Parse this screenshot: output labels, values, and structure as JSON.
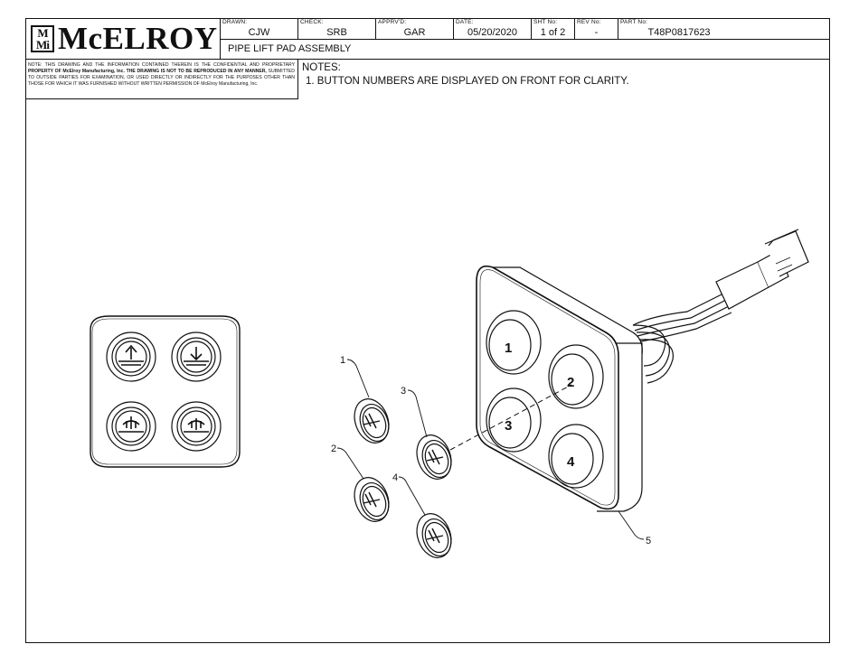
{
  "title_block": {
    "company": "McELROY",
    "logo_mark_top": "M",
    "logo_mark_bottom": "Mi",
    "drawn_label": "DRAWN:",
    "drawn_value": "CJW",
    "check_label": "CHECK:",
    "check_value": "SRB",
    "apprvd_label": "APPRV'D:",
    "apprvd_value": "GAR",
    "date_label": "DATE:",
    "date_value": "05/20/2020",
    "sht_label": "SHT No:",
    "sht_value": "1 of 2",
    "rev_label": "REV No:",
    "rev_value": "-",
    "part_label": "PART No:",
    "part_value": "T48P0817623",
    "drawing_title": "PIPE LIFT PAD ASSEMBLY"
  },
  "notice": {
    "part1": "NOTE: THIS DRAWING AND THE INFORMATION CONTAINED THEREIN IS THE CONFIDENTIAL AND PROPRIETARY ",
    "bold": "PROPERTY OF McElroy Manufacturing, Inc. THE DRAWING IS NOT TO BE REPRODUCED IN ANY MANNER,",
    "part2": " SUBMITTED TO OUTSIDE PARTIES FOR EXAMINATION, OR USED DIRECTLY OR INDIRECTLY FOR THE PURPOSES OTHER THAN THOSE FOR WHICH IT WAS FURNISHED WITHOUT WRITTEN PERMISSION OF McElroy Manufacturing, Inc."
  },
  "notes": {
    "heading": "NOTES:",
    "items": [
      "1. BUTTON NUMBERS ARE DISPLAYED ON FRONT FOR CLARITY."
    ]
  },
  "callouts": [
    "1",
    "2",
    "3",
    "4",
    "5"
  ],
  "button_numbers": [
    "1",
    "2",
    "3",
    "4"
  ],
  "icons": [
    "lift-up-icon",
    "lift-down-icon",
    "pipe-lift-icon",
    "pipe-lower-icon",
    "wire-harness-connector"
  ]
}
